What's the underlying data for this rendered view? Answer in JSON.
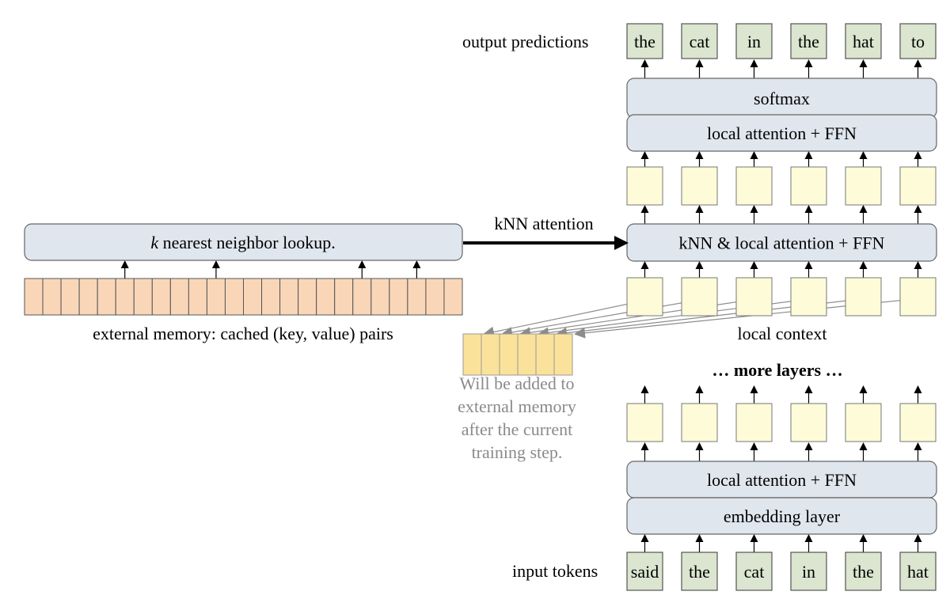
{
  "labels": {
    "output_predictions": "output predictions",
    "input_tokens": "input tokens",
    "knn_attention": "kNN attention",
    "external_memory": "external memory: cached (key, value) pairs",
    "local_context": "local context",
    "more_layers": "… more layers …",
    "pending_note": [
      "Will be added to",
      "external memory",
      "after the current",
      "training step."
    ]
  },
  "blocks": {
    "softmax": "softmax",
    "top_local_attention": "local attention + FFN",
    "knn_local_attention": "kNN & local attention + FFN",
    "bottom_local_attention": "local attention + FFN",
    "embedding": "embedding layer",
    "knn_lookup_italic": "k",
    "knn_lookup_rest": " nearest neighbor lookup."
  },
  "output_tokens": [
    "the",
    "cat",
    "in",
    "the",
    "hat",
    "to"
  ],
  "input_tokens": [
    "said",
    "the",
    "cat",
    "in",
    "the",
    "hat"
  ],
  "memory": {
    "cell_count": 24,
    "lookup_cell_indices": [
      5,
      10,
      18,
      21
    ]
  },
  "pending_memory": {
    "cell_count": 6
  },
  "colors": {
    "token_fill": "#dbe5cf",
    "state_fill": "#fdfbd8",
    "block_fill": "#e0e6ee",
    "memory_fill": "#fad6b8",
    "pending_fill": "#fbe29a",
    "gray_arrow": "#8c8c8c"
  }
}
